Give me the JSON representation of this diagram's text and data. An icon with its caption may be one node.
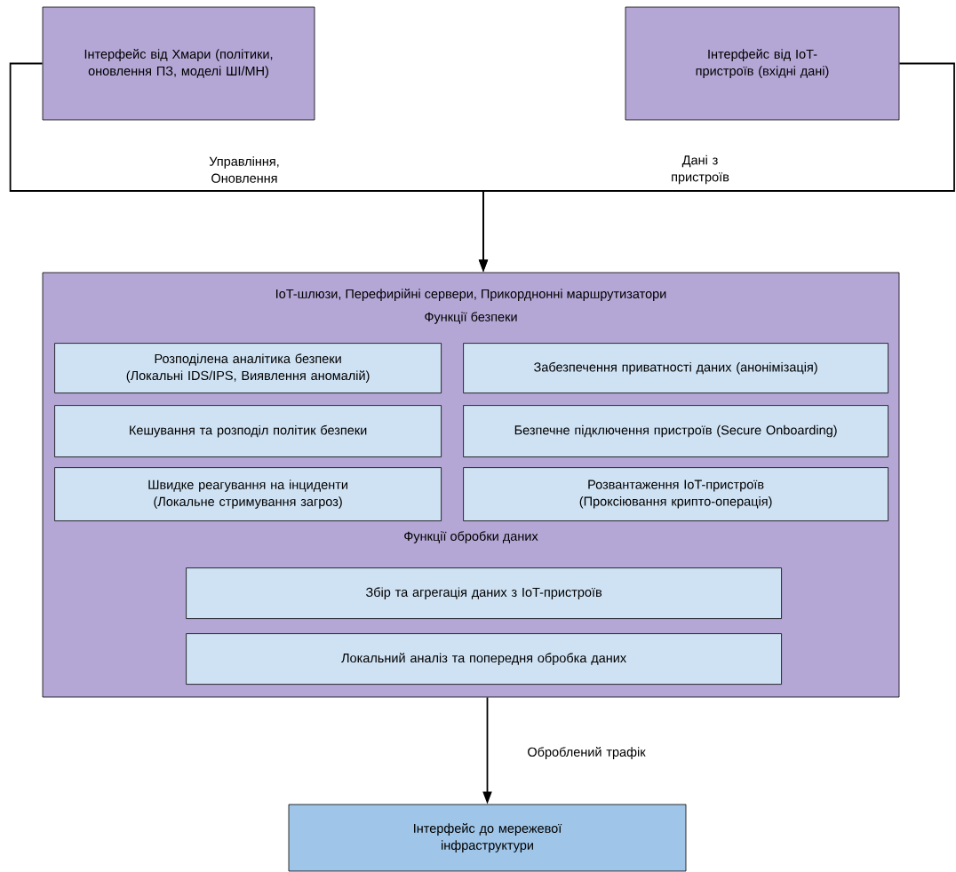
{
  "diagram": {
    "nodes": [
      {
        "text": [
          "Інтерфейс від Хмари (політики, оновлення ПЗ, моделі ШІ/МН)"
        ]
      },
      {
        "text": [
          "Інтерфейс від IoT-пристроїв (вхідні дані)"
        ]
      },
      {
        "text": [
          "IoT-шлюзи, Перефирійні сервери, Прикорднонні маршрутизатори",
          "Функції безпеки",
          "Функції обробки даних"
        ]
      },
      {
        "text": [
          "Розподілена аналітика безпеки (Локальні IDS/IPS, Виявлення аномалій)"
        ],
        "in": 2
      },
      {
        "text": [
          "Забезпечення приватності даних (анонімізація)"
        ],
        "in": 2
      },
      {
        "text": [
          "Кешування та розподіл політик безпеки"
        ],
        "in": 2
      },
      {
        "text": [
          "Безпечне підключення пристроїв (Secure Onboarding)"
        ],
        "in": 2
      },
      {
        "text": [
          "Швидке реагування на інциденти (Локальне стримування загроз)"
        ],
        "in": 2
      },
      {
        "text": [
          "Розвантаження IoT-пристроїв (Проксіювання крипто-операція)"
        ],
        "in": 2
      },
      {
        "text": [
          "Збір та агрегація даних з IoT-пристроїв"
        ],
        "in": 2
      },
      {
        "text": [
          "Локальний аналіз та попередня обробка даних"
        ],
        "in": 2
      },
      {
        "text": [
          "Інтерфейс до мережевої інфраструктури"
        ]
      }
    ],
    "edges": [
      {
        "from": 0,
        "to": 2,
        "arrow": "to",
        "label": "Управління, Оновлення"
      },
      {
        "from": 1,
        "to": 2,
        "arrow": "to",
        "label": "Дані з пристроїв"
      },
      {
        "from": 2,
        "to": 11,
        "arrow": "to",
        "label": "Оброблений трафік"
      }
    ]
  }
}
